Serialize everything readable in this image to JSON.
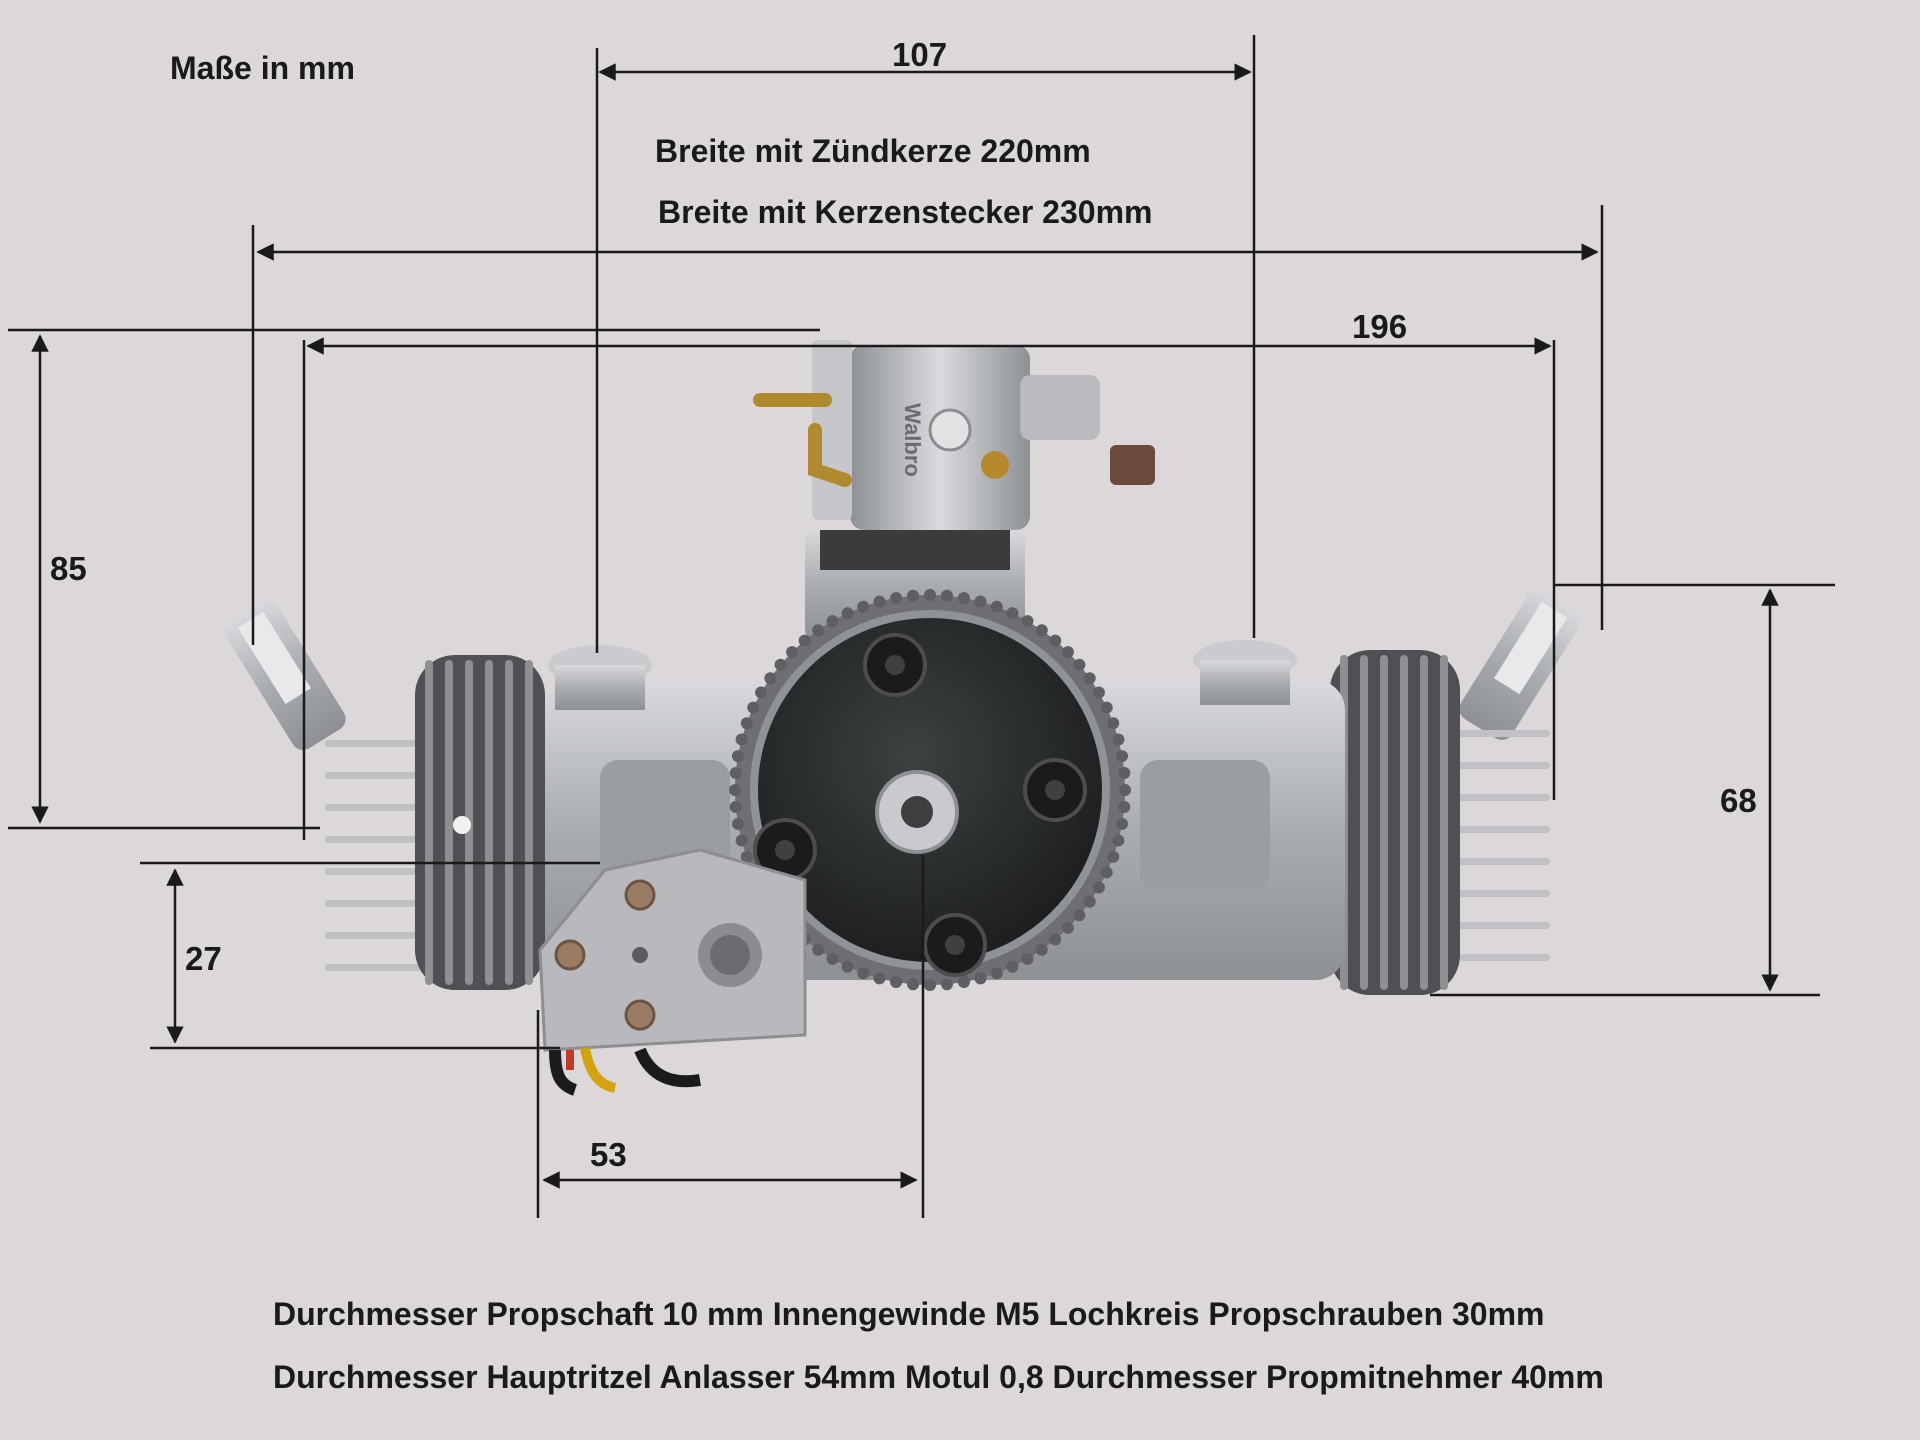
{
  "header": {
    "units_note": "Maße in mm"
  },
  "dimensions": {
    "top_width": "107",
    "overall_width": "196",
    "height_left": "85",
    "height_right": "68",
    "lower_height": "27",
    "lower_width": "53"
  },
  "width_notes": {
    "with_spark_plug": "Breite mit Zündkerze  220mm",
    "with_plug_cap": "Breite mit Kerzenstecker 230mm"
  },
  "specs": {
    "line1": "Durchmesser Propschaft 10 mm Innengewinde M5  Lochkreis Propschrauben 30mm",
    "line2": "Durchmesser Hauptritzel Anlasser 54mm Motul 0,8  Durchmesser Propmitnehmer 40mm"
  },
  "carburetor_brand": "Walbro",
  "colors": {
    "background": "#dcd8da",
    "dimension_line": "#1a1a1a",
    "metal": "#b9bcc0",
    "fin_dark": "#55565a",
    "hub": "#2b2d2e"
  }
}
